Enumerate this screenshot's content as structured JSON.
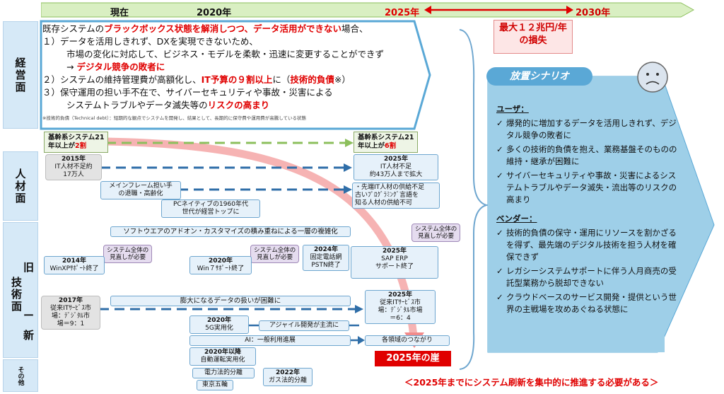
{
  "timeline": {
    "now": "現在",
    "y2020": "2020年",
    "y2025": "2025年",
    "y2030": "2030年"
  },
  "loss": {
    "line1": "最大１２兆円/年",
    "line2": "の損失"
  },
  "side": {
    "mgmt": "経営面",
    "hr": "人材面",
    "tech_old": "旧",
    "tech": "技術面",
    "tech_dash": "ー",
    "tech_new": "新",
    "other": "その他"
  },
  "issues": {
    "intro_a": "既存システムの",
    "intro_b": "ブラックボックス状態を解消しつつ、データ活用ができない",
    "intro_c": "場合、",
    "i1a": "１）データを活用しきれず、DXを実現できないため、",
    "i1b": "市場の変化に対応して、ビジネス・モデルを柔軟・迅速に変更することができず",
    "i1c_arrow": "→",
    "i1c": "デジタル競争の敗者に",
    "i2a": "２）システムの維持管理費が高額化し、",
    "i2b": "IT予算の９割以上",
    "i2c": "に（",
    "i2d": "技術的負債",
    "i2e": "※）",
    "i3a": "３）保守運用の担い手不在で、サイバーセキュリティや事故・災害による",
    "i3b": "システムトラブルやデータ滅失等の",
    "i3c": "リスクの高まり",
    "note": "※技術的負債（Technical debt）：短期的な観点でシステムを開発し、結果として、長期的に保守費や運用費が高騰している状態"
  },
  "mgmt_row": {
    "left_l1": "基幹系システム21",
    "left_l2a": "年以上が",
    "left_l2b": "2割",
    "right_l1": "基幹系システム21",
    "right_l2a": "年以上が",
    "right_l2b": "6割"
  },
  "hr_row": {
    "y2015": "2015年",
    "y2015_l1": "IT人材不足約",
    "y2015_l2": "17万人",
    "y2025": "2025年",
    "y2025_l1": "IT人材不足",
    "y2025_l2": "約43万人まで拡大",
    "mf_l1": "メインフレーム担い手",
    "mf_l2": "の退職・高齢化",
    "veteran_l1": "・先端IT人材の供給不足",
    "veteran_l2": "古いﾌﾟﾛｸﾞﾗﾐﾝｸﾞ言語を",
    "veteran_l3": "知る人材の供給不可",
    "pc_l1": "PCネイティブの1960年代",
    "pc_l2": "世代が経営トップに"
  },
  "tech_row": {
    "addon": "ソフトウエアのアドオン・カスタマイズの積み重ねによる一層の複雑化",
    "review": "システム全体の見直しが必要",
    "review_l1": "システム全体の",
    "review_l2": "見直しが必要",
    "y2014": "2014年",
    "y2014_t": "WinXPｻﾎﾟｰﾄ終了",
    "y2020": "2020年",
    "y2020_t": "Win７ｻﾎﾟｰﾄ終了",
    "y2024": "2024年",
    "y2024_l1": "固定電話網",
    "y2024_l2": "PSTN終了",
    "y2025": "2025年",
    "y2025_l1": "SAP ERP",
    "y2025_l2": "サポート終了",
    "data": "膨大になるデータの扱いが困難に",
    "y2017": "2017年",
    "y2017_l1": "従来ITｻｰﾋﾞｽ市",
    "y2017_l2": "場：ﾃﾞｼﾞﾀﾙ市",
    "y2017_l3": "場＝9：1",
    "y2025m": "2025年",
    "y2025m_l1": "従来ITｻｰﾋﾞｽ市",
    "y2025m_l2": "場：ﾃﾞｼﾞﾀﾙ市場",
    "y2025m_l3": "＝6：4",
    "g5": "2020年",
    "g5_t": "5G実用化",
    "agile": "アジャイル開発が主流に",
    "ai": "AI：一般利用進展",
    "connect": "各領域のつながり",
    "auto": "2020年以降",
    "auto_t": "自動運転実用化"
  },
  "other_row": {
    "power": "電力法的分離",
    "gas_y": "2022年",
    "gas": "ガス法的分離",
    "olympic": "東京五輪"
  },
  "cliff": "2025年の崖",
  "scenario": {
    "title": "放置シナリオ",
    "user_hd": "ユーザ：",
    "user_items": [
      "爆発的に増加するデータを活用しきれず、デジタル競争の敗者に",
      "多くの技術的負債を抱え、業務基盤そのものの維持・継承が困難に",
      "サイバーセキュリティや事故・災害によるシステムトラブルやデータ滅失・流出等のリスクの高まり"
    ],
    "vendor_hd": "ベンダー：",
    "vendor_items": [
      "技術的負債の保守・運用にリソースを割かざるを得ず、最先端のデジタル技術を担う人材を確保できず",
      "レガシーシステムサポートに伴う人月商売の受託型業務から脱却できない",
      "クラウドベースのサービス開発・提供という世界の主戦場を攻めあぐねる状態に"
    ]
  },
  "bottom": "＜2025年までにシステム刷新を集中的に推進する必要がある＞",
  "colors": {
    "accent_red": "#e00000",
    "light_blue": "#d6e9f7",
    "arrow_green": "#c9e3a9",
    "scenario_blue": "#9ecfe8"
  }
}
